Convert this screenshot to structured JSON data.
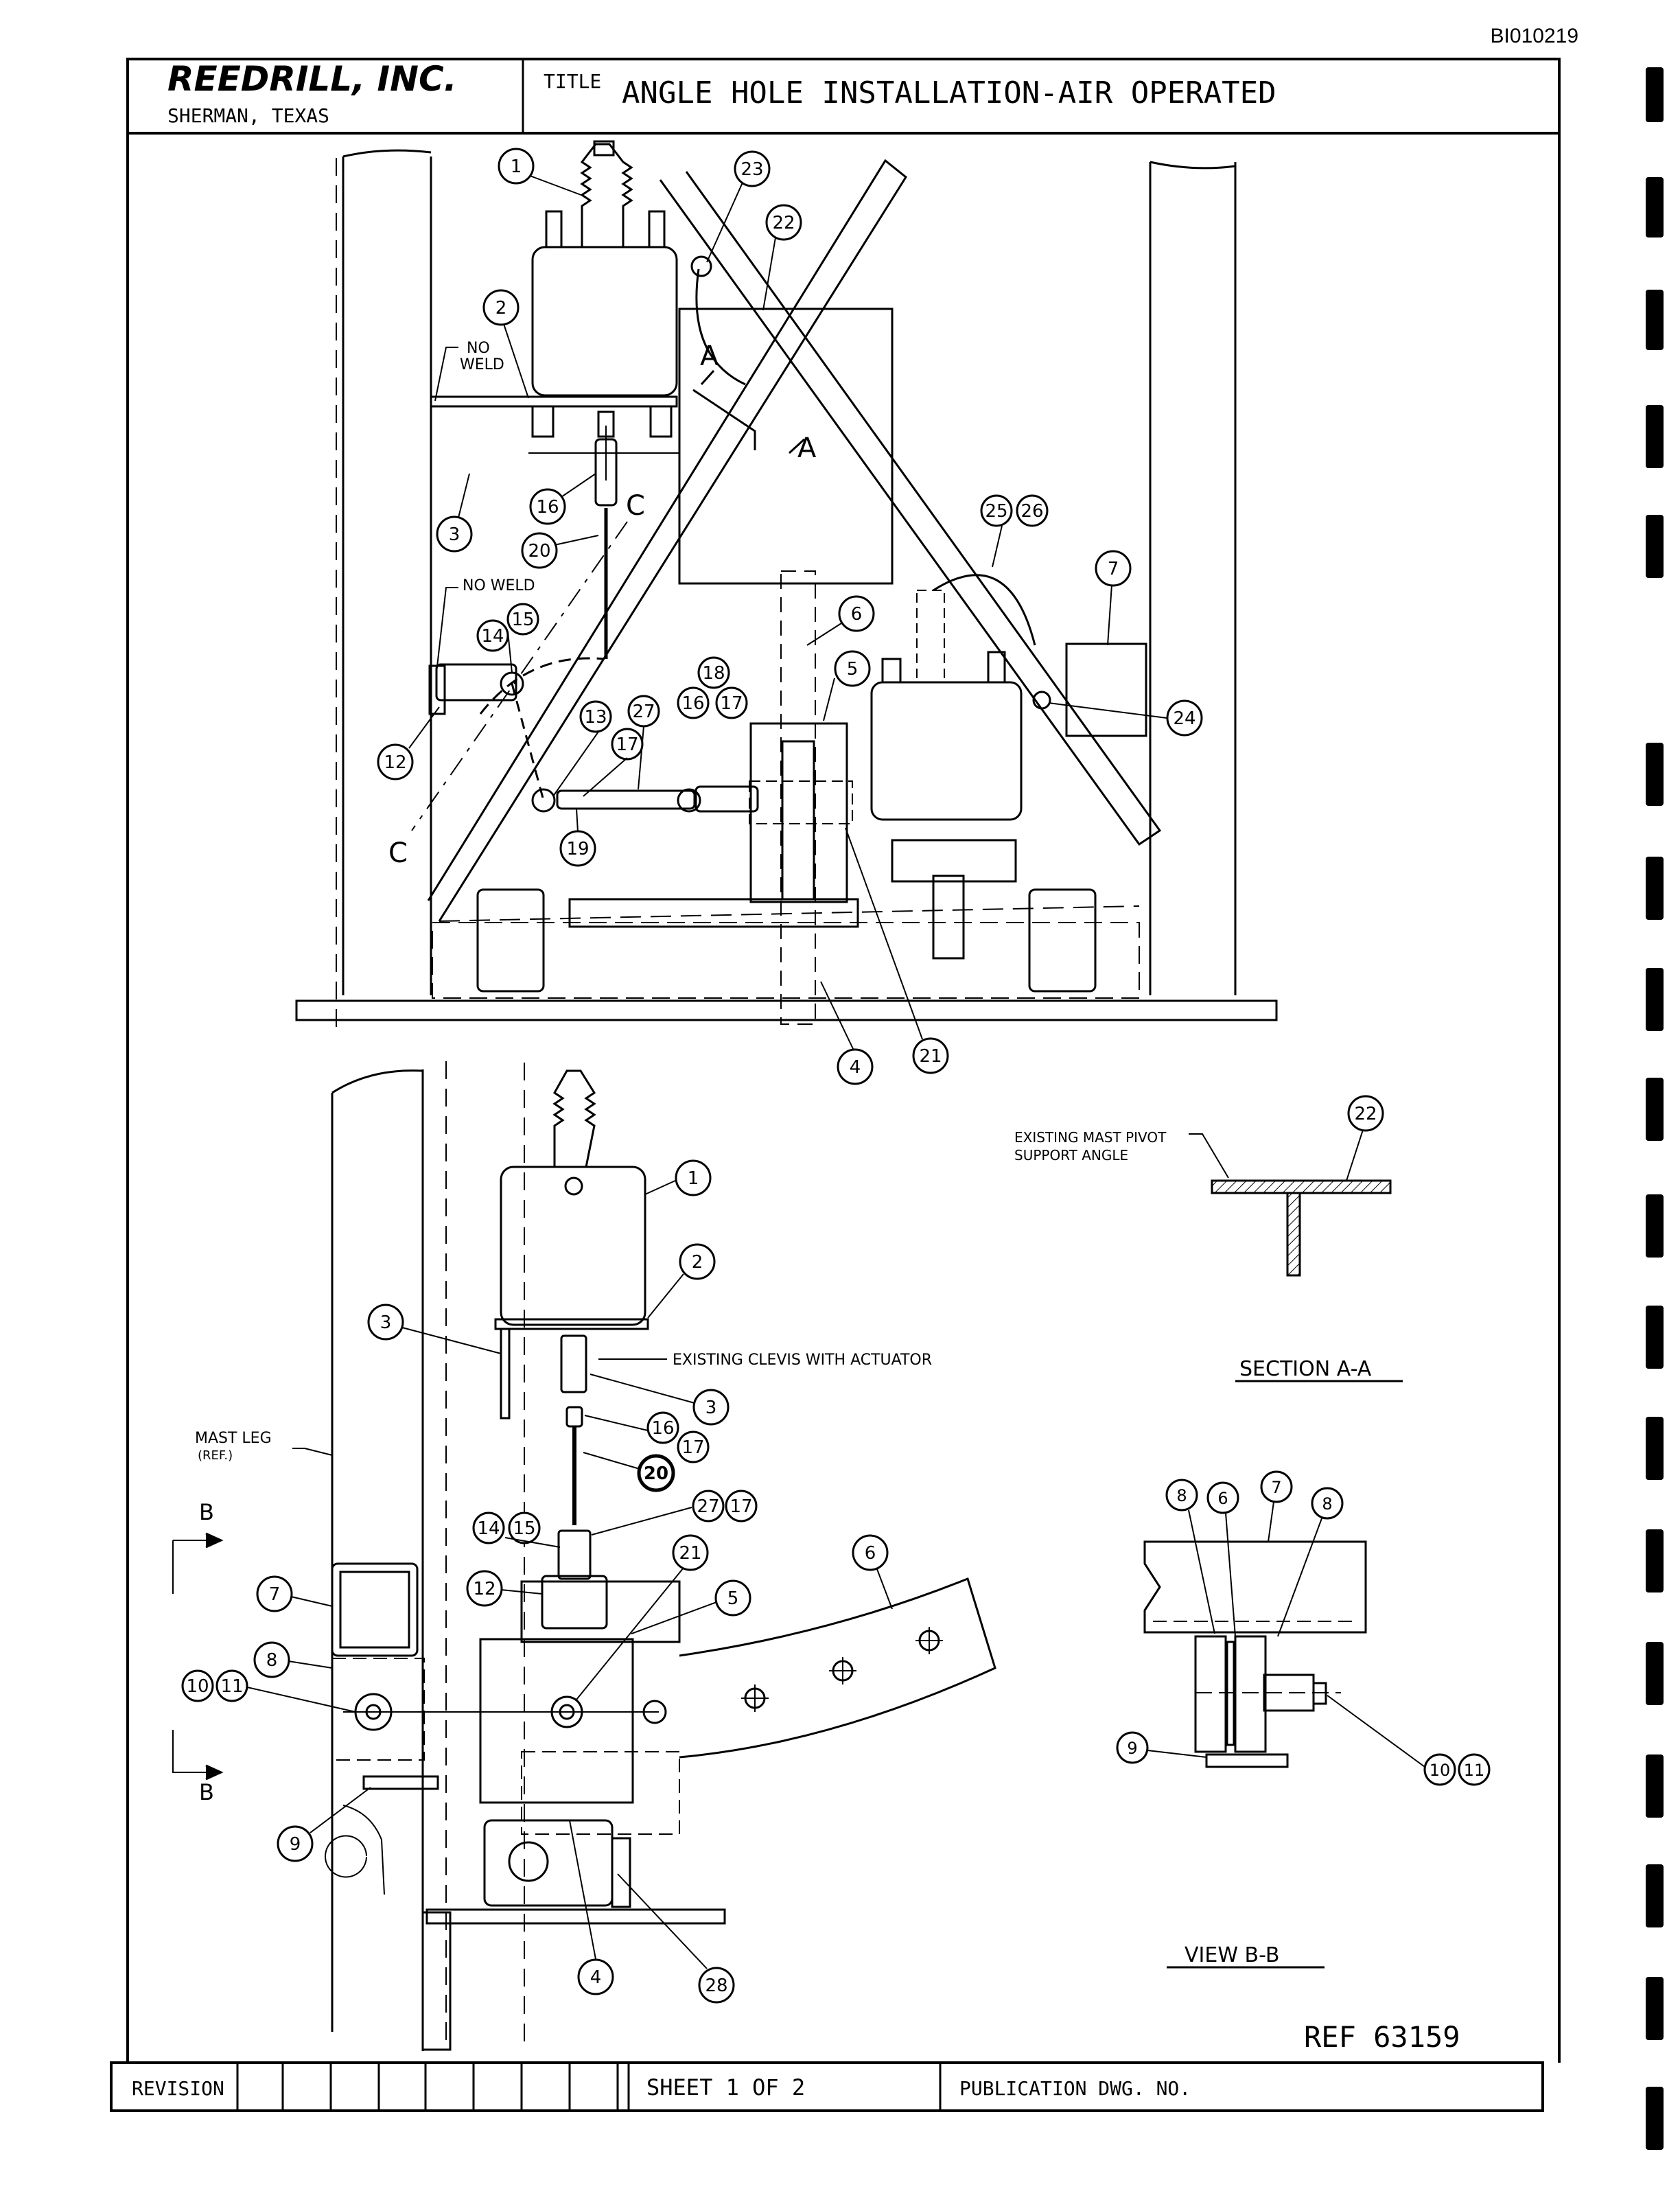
{
  "doc_id": "BI010219",
  "company": {
    "name": "REEDRILL, INC.",
    "location": "SHERMAN, TEXAS"
  },
  "title_label": "TITLE",
  "title": "ANGLE HOLE INSTALLATION-AIR OPERATED",
  "annotations": {
    "no_weld_1": [
      "NO",
      "WELD"
    ],
    "no_weld_2": "NO WELD",
    "existing_mast_pivot": [
      "EXISTING MAST PIVOT",
      "SUPPORT ANGLE"
    ],
    "existing_clevis": "EXISTING CLEVIS WITH ACTUATOR",
    "mast_leg": [
      "MAST LEG",
      "(REF.)"
    ],
    "section_aa": "SECTION A-A",
    "view_bb": "VIEW B-B",
    "ref": "REF 63159"
  },
  "section_marks": {
    "a": "A",
    "c": "C",
    "b": "B"
  },
  "balloons": [
    "1",
    "23",
    "22",
    "2",
    "3",
    "16",
    "20",
    "15",
    "14",
    "12",
    "13",
    "27",
    "17",
    "19",
    "18",
    "16",
    "17",
    "5",
    "6",
    "25",
    "26",
    "7",
    "24",
    "4",
    "21",
    "1",
    "2",
    "3",
    "3",
    "16",
    "17",
    "20",
    "27",
    "17",
    "14",
    "15",
    "12",
    "21",
    "5",
    "6",
    "7",
    "8",
    "10",
    "11",
    "9",
    "4",
    "28",
    "22",
    "8",
    "6",
    "7",
    "8",
    "9",
    "10",
    "11"
  ],
  "title_block": {
    "revision": "REVISION",
    "sheet": "SHEET 1 OF 2",
    "publication": "PUBLICATION DWG. NO."
  }
}
